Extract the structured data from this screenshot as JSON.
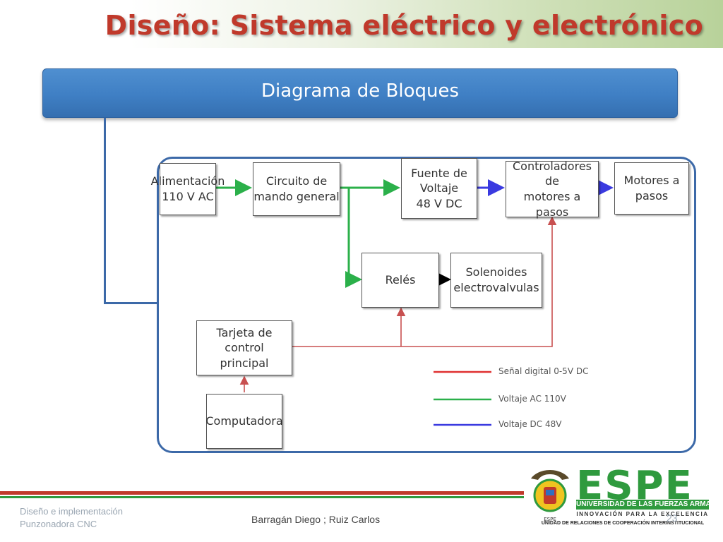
{
  "slide": {
    "title": "Diseño: Sistema eléctrico y electrónico",
    "header": "Diagrama de Bloques"
  },
  "diagram": {
    "blocks": {
      "alimentacion": "Alimentación\n110 V AC",
      "circuito": "Circuito de\nmando general",
      "fuente": "Fuente de\nVoltaje\n48 V DC",
      "controladores": "Controladores de\nmotores a pasos",
      "motores": "Motores a\npasos",
      "reles": "Relés",
      "solenoides": "Solenoides\nelectrovalvulas",
      "tarjeta": "Tarjeta de control\nprincipal",
      "computadora": "Computadora"
    },
    "legend": [
      {
        "label": "Señal digital 0-5V DC",
        "color": "#e03030"
      },
      {
        "label": "Voltaje AC 110V",
        "color": "#2bb04a"
      },
      {
        "label": "Voltaje DC 48V",
        "color": "#3a3ae0"
      }
    ],
    "colors": {
      "signal": "#c85050",
      "ac": "#2bb04a",
      "dc": "#3a3ae0",
      "relay_out": "#000000"
    }
  },
  "footer": {
    "left": "Diseño e implementación\nPunzonadora CNC",
    "authors": "Barragán Diego ; Ruiz Carlos",
    "page": "23",
    "stripe_colors": [
      "#c0392b",
      "#2f9a3e"
    ]
  },
  "logo": {
    "name": "ESPE",
    "line1": "UNIVERSIDAD DE LAS FUERZAS ARMADAS",
    "line2": "INNOVACIÓN PARA LA EXCELENCIA",
    "line3": "UNIDAD DE RELACIONES DE COOPERACIÓN INTERINSTITUCIONAL"
  }
}
